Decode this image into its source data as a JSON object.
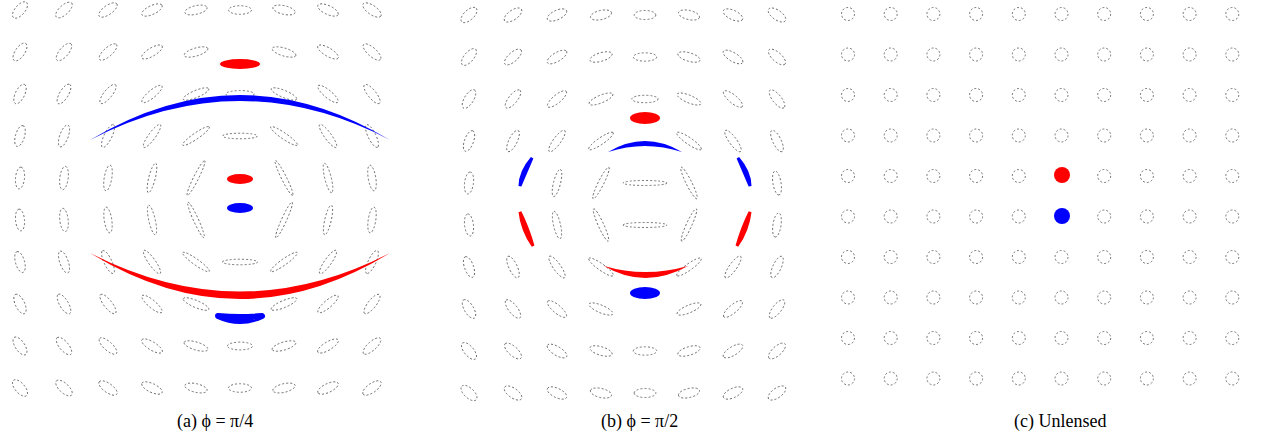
{
  "diagram": {
    "labels": [
      "(a) ϕ = π/4",
      "(b) ϕ = π/2",
      "(c) Unlensed"
    ]
  }
}
